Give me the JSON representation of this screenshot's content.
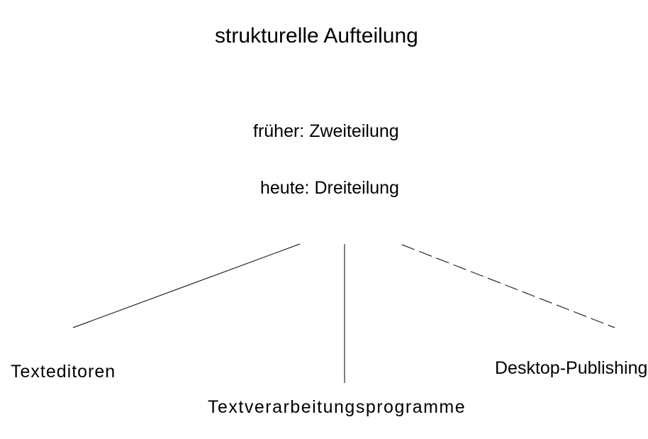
{
  "slide": {
    "title": "strukturelle Aufteilung",
    "history": {
      "earlier": "früher: Zweiteilung",
      "today": "heute: Dreiteilung"
    },
    "branches": [
      {
        "label": "Texteditoren",
        "line_style": "solid"
      },
      {
        "label": "Textverarbeitungsprogramme",
        "line_style": "solid"
      },
      {
        "label": "Desktop-Publishing",
        "line_style": "dashed"
      }
    ],
    "colors": {
      "background": "#ffffff",
      "text": "#000000",
      "line": "#000000"
    }
  }
}
